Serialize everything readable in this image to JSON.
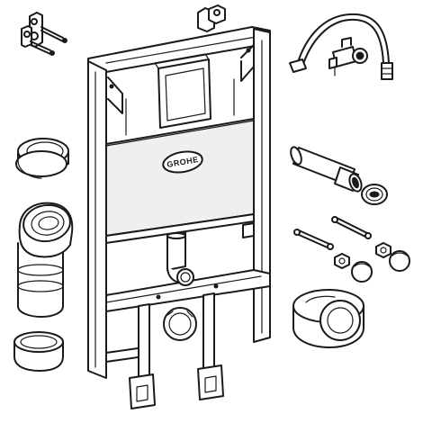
{
  "diagram": {
    "brand_logo_text": "GROHE",
    "parts": [
      {
        "name": "installation-frame"
      },
      {
        "name": "wall-fixing-brackets"
      },
      {
        "name": "supply-hose"
      },
      {
        "name": "angle-valve"
      },
      {
        "name": "straight-connector"
      },
      {
        "name": "pan-connector-bend"
      },
      {
        "name": "end-cap"
      },
      {
        "name": "flush-pipe"
      },
      {
        "name": "sealing-ring"
      },
      {
        "name": "fixing-bolts"
      },
      {
        "name": "nuts-and-caps"
      },
      {
        "name": "drain-sleeve"
      }
    ]
  }
}
